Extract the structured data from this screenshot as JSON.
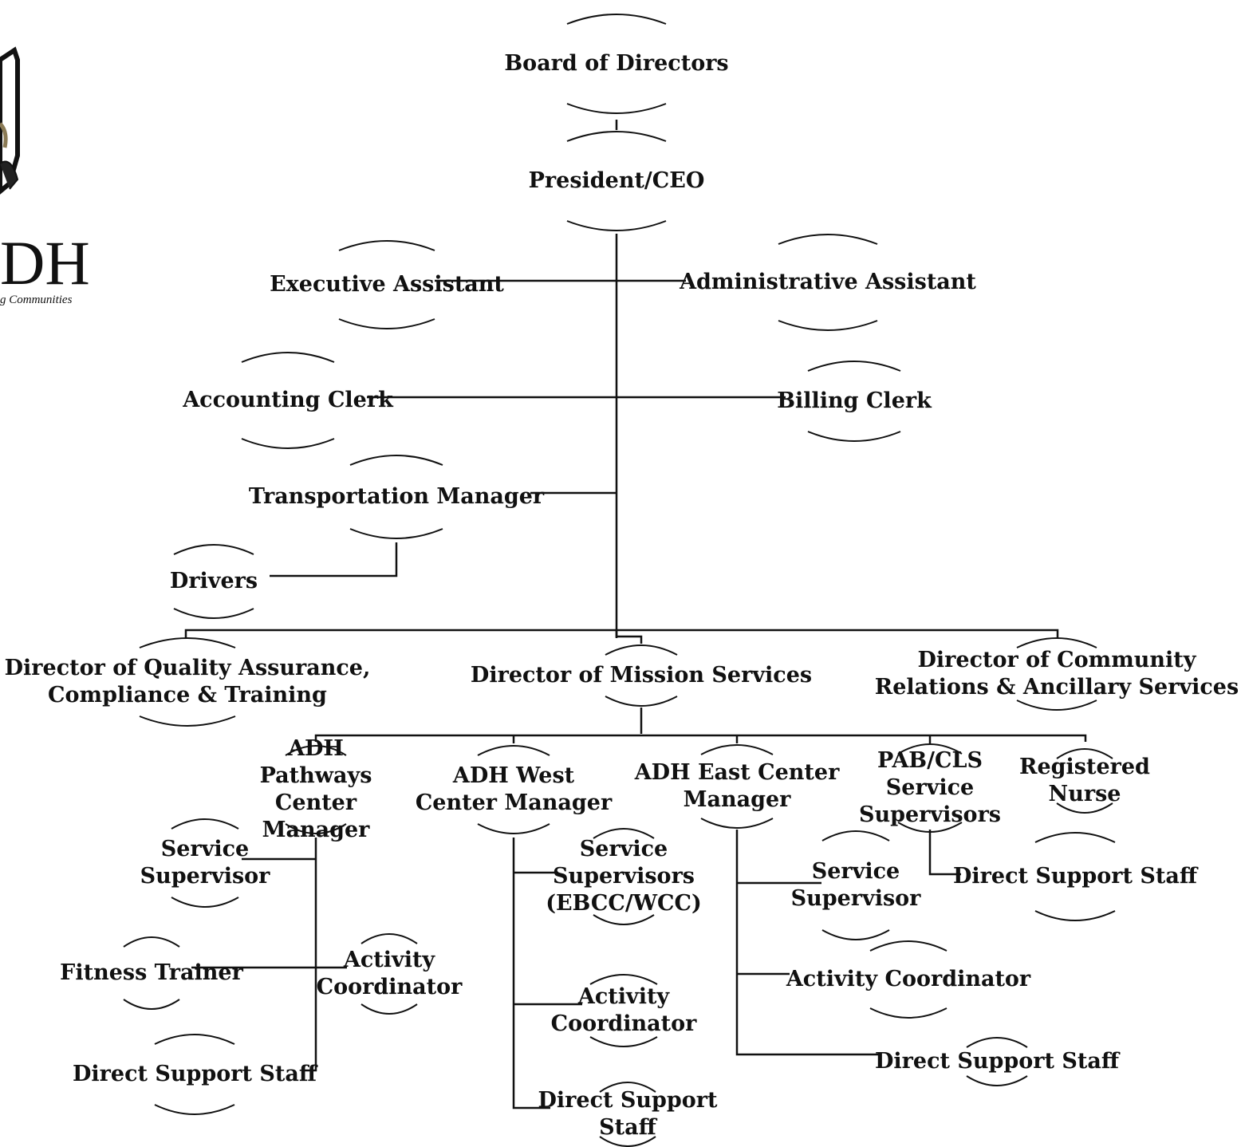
{
  "logo": {
    "letters": "DH",
    "tagline": "g Communities"
  },
  "nodes": {
    "board": "Board of Directors",
    "ceo": "President/CEO",
    "exec_assistant": "Executive Assistant",
    "admin_assistant": "Administrative Assistant",
    "accounting_clerk": "Accounting Clerk",
    "billing_clerk": "Billing Clerk",
    "transportation_manager": "Transportation Manager",
    "drivers": "Drivers",
    "dir_qa": [
      "Director of Quality Assurance,",
      "Compliance & Training"
    ],
    "dir_mission": "Director of Mission Services",
    "dir_community": [
      "Director of Community",
      "Relations & Ancillary Services"
    ],
    "pathways_manager": [
      "ADH",
      "Pathways",
      "Center",
      "Manager"
    ],
    "west_manager": [
      "ADH West",
      "Center Manager"
    ],
    "east_manager": [
      "ADH East Center",
      "Manager"
    ],
    "pab_cls": [
      "PAB/CLS",
      "Service",
      "Supervisors"
    ],
    "registered_nurse": [
      "Registered",
      "Nurse"
    ],
    "pathways_service_supervisor": [
      "Service",
      "Supervisor"
    ],
    "pathways_fitness_trainer": "Fitness Trainer",
    "pathways_activity_coordinator": [
      "Activity",
      "Coordinator"
    ],
    "pathways_dss": "Direct Support Staff",
    "west_service_supervisors": [
      "Service",
      "Supervisors",
      "(EBCC/WCC)"
    ],
    "west_activity_coordinator": [
      "Activity",
      "Coordinator"
    ],
    "west_dss": [
      "Direct Support",
      "Staff"
    ],
    "east_service_supervisor": [
      "Service",
      "Supervisor"
    ],
    "east_activity_coordinator": "Activity Coordinator",
    "east_dss": "Direct Support Staff",
    "pab_dss": "Direct Support Staff"
  },
  "colors": {
    "line": "#111111",
    "text": "#111111",
    "background": "#ffffff"
  }
}
